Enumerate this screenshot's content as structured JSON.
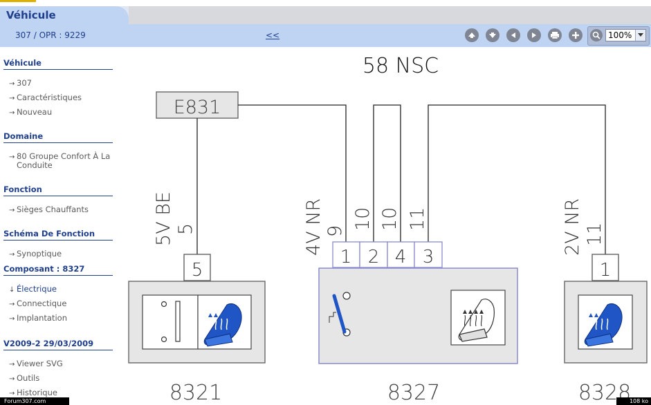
{
  "app": {
    "title": "Véhicule",
    "breadcrumb": "307  /  OPR : 9229",
    "back_link": "<<"
  },
  "toolbar": {
    "buttons": [
      {
        "name": "up-arrow-icon"
      },
      {
        "name": "down-arrow-icon"
      },
      {
        "name": "left-arrow-icon"
      },
      {
        "name": "right-arrow-icon"
      },
      {
        "name": "print-icon"
      },
      {
        "name": "plus-icon"
      }
    ],
    "zoom_value": "100%"
  },
  "sidebar": {
    "vehicule": {
      "title": "Véhicule",
      "items": [
        "307",
        "Caractéristiques",
        "Nouveau"
      ]
    },
    "domaine": {
      "title": "Domaine",
      "items": [
        "80 Groupe Confort À La Conduite"
      ]
    },
    "fonction": {
      "title": "Fonction",
      "items": [
        "Sièges Chauffants"
      ]
    },
    "schema": {
      "title": "Schéma De Fonction",
      "items": [
        "Synoptique"
      ]
    },
    "composant": {
      "title": "Composant : 8327",
      "items": [
        "Électrique",
        "Connectique",
        "Implantation"
      ]
    },
    "version": {
      "title": "V2009-2 29/03/2009",
      "items": [
        "Viewer SVG",
        "Outils",
        "Historique"
      ]
    }
  },
  "diagram": {
    "title": "58 NSC",
    "connector_top": "E831",
    "wire_left": {
      "label1": "5V BE",
      "label2": "5"
    },
    "wire_mid": {
      "label1": "4V NR",
      "pins": [
        "9",
        "10",
        "10",
        "11"
      ]
    },
    "wire_right": {
      "label1": "2V NR",
      "label2": "11"
    },
    "pin_left": "5",
    "pins_mid": [
      "1",
      "2",
      "4",
      "3"
    ],
    "pin_right": "1",
    "components": [
      "8321",
      "8327",
      "8328"
    ]
  },
  "footer": {
    "left": "Forum307.com",
    "right": "108 ko"
  },
  "colors": {
    "brand_blue": "#1f3f8c",
    "header_bg": "#bfd3f2",
    "seat_blue": "#1f55c4"
  }
}
